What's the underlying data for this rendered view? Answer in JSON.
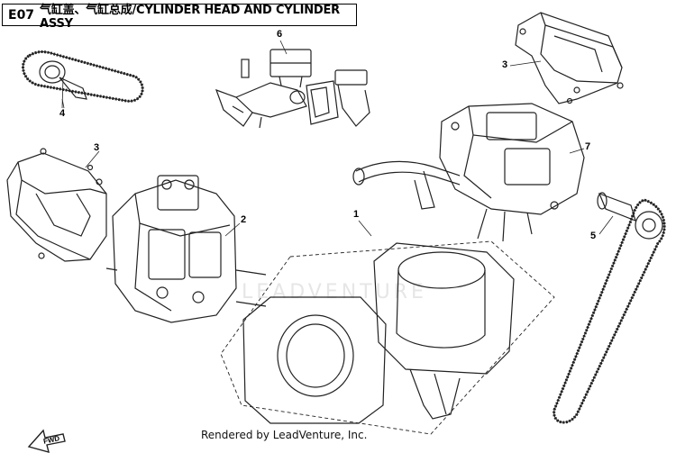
{
  "header": {
    "code": "E07",
    "title": "气缸盖、气缸总成/CYLINDER HEAD AND CYLINDER ASSY"
  },
  "callouts": [
    {
      "id": "1",
      "label": "1"
    },
    {
      "id": "2",
      "label": "2"
    },
    {
      "id": "3a",
      "label": "3"
    },
    {
      "id": "3b",
      "label": "3"
    },
    {
      "id": "4",
      "label": "4"
    },
    {
      "id": "5",
      "label": "5"
    },
    {
      "id": "6",
      "label": "6"
    },
    {
      "id": "7",
      "label": "7"
    }
  ],
  "watermark": "LEADVENTURE",
  "fwd_label": "FWD",
  "footer": "Rendered by LeadVenture, Inc."
}
